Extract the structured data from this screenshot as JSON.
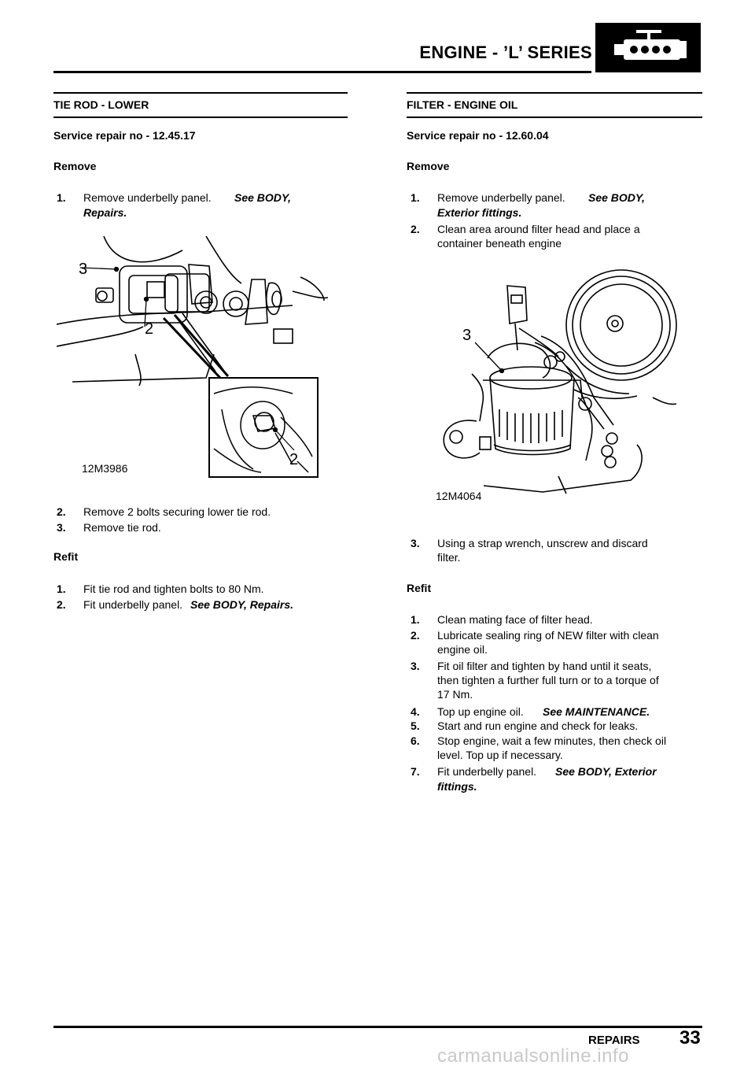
{
  "header": {
    "title": "ENGINE - ’L’ SERIES",
    "badge_icon": "engine-icon"
  },
  "left": {
    "title": "TIE ROD - LOWER",
    "service": "Service repair no - 12.45.17",
    "remove_heading": "Remove",
    "remove_steps": [
      {
        "num": "1.",
        "text": "Remove underbelly panel.",
        "ref": "See  BODY,",
        "ref2": "Repairs."
      },
      {
        "num": "2.",
        "text": "Remove 2 bolts securing lower tie rod."
      },
      {
        "num": "3.",
        "text": "Remove tie rod."
      }
    ],
    "figure": {
      "code": "12M3986",
      "callouts": [
        "3",
        "2",
        "2"
      ]
    },
    "refit_heading": "Refit",
    "refit_steps": [
      {
        "num": "1.",
        "text": "Fit tie rod and tighten bolts to 80 Nm."
      },
      {
        "num": "2.",
        "text": "Fit underbelly panel.",
        "ref": "See  BODY, Repairs."
      }
    ]
  },
  "right": {
    "title": "FILTER - ENGINE OIL",
    "service": "Service repair no - 12.60.04",
    "remove_heading": "Remove",
    "remove_steps": [
      {
        "num": "1.",
        "text": "Remove underbelly panel.",
        "ref": "See  BODY,",
        "ref2": "Exterior fittings."
      },
      {
        "num": "2.",
        "line1": "Clean area around filter head and place a",
        "line2": "container beneath engine"
      },
      {
        "num": "3.",
        "line1": "Using a strap wrench, unscrew and discard",
        "line2": "filter."
      }
    ],
    "figure": {
      "code": "12M4064",
      "callouts": [
        "3"
      ]
    },
    "refit_heading": "Refit",
    "refit_steps": [
      {
        "num": "1.",
        "line1": "Clean mating face of filter head."
      },
      {
        "num": "2.",
        "line1": "Lubricate sealing ring of NEW filter with clean",
        "line2": "engine oil."
      },
      {
        "num": "3.",
        "line1": "Fit oil filter and tighten by hand until it seats,",
        "line2": "then tighten a further full turn or to a torque of",
        "line3": "17 Nm."
      },
      {
        "num": "4.",
        "text": "Top up engine oil.",
        "ref": "See  MAINTENANCE."
      },
      {
        "num": "5.",
        "line1": "Start and run engine and check for leaks."
      },
      {
        "num": "6.",
        "line1": "Stop engine, wait a few minutes, then check oil",
        "line2": "level. Top up if necessary."
      },
      {
        "num": "7.",
        "text": "Fit underbelly panel.",
        "ref": "See  BODY, Exterior",
        "ref2": "fittings."
      }
    ]
  },
  "footer": {
    "section": "REPAIRS",
    "page": "33"
  },
  "watermark": "carmanualsonline.info"
}
